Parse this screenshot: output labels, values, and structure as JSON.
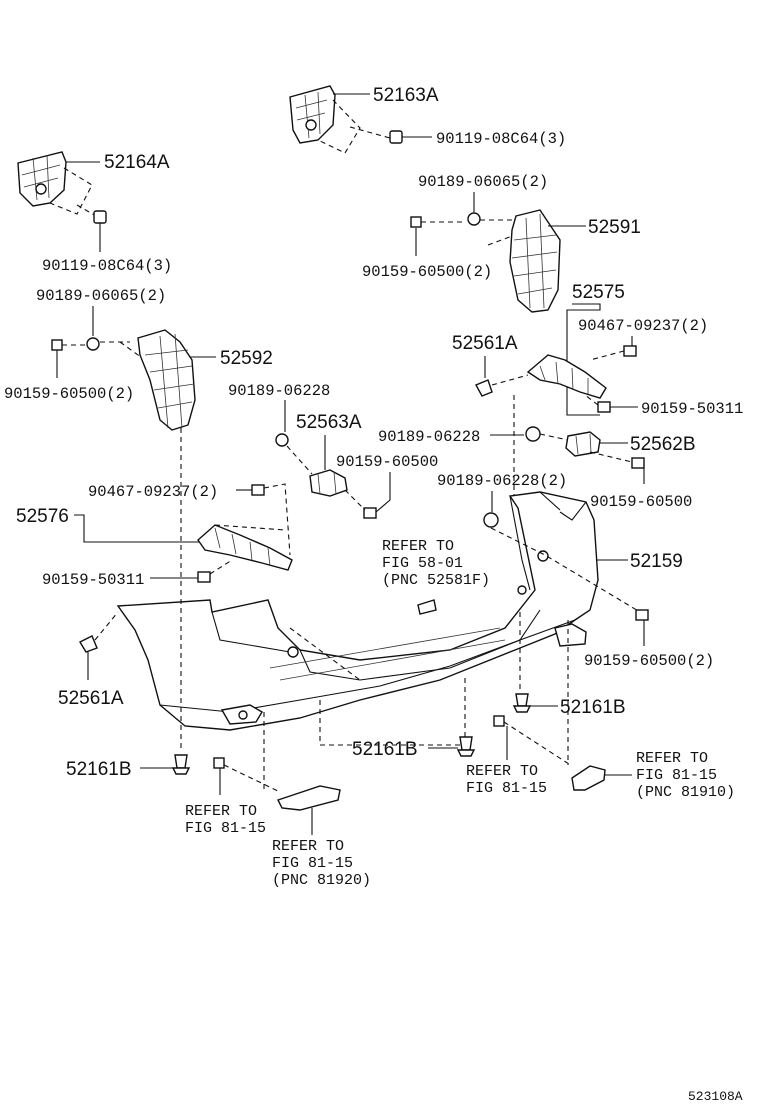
{
  "labels": {
    "p52163A": "52163A",
    "p52164A": "52164A",
    "bolt_08c64_a": "90119-08C64(3)",
    "bolt_08c64_b": "90119-08C64(3)",
    "clip_06065_a": "90189-06065(2)",
    "clip_06065_b": "90189-06065(2)",
    "screw_60500_a": "90159-60500(2)",
    "screw_60500_b": "90159-60500(2)",
    "screw_60500_c": "90159-60500",
    "screw_60500_d": "90159-60500",
    "screw_60500_e": "90159-60500(2)",
    "p52591": "52591",
    "p52592": "52592",
    "p52575": "52575",
    "p52576": "52576",
    "nut_09237_a": "90467-09237(2)",
    "nut_09237_b": "90467-09237(2)",
    "p52561A_a": "52561A",
    "p52561A_b": "52561A",
    "clip_06228_a": "90189-06228",
    "clip_06228_b": "90189-06228",
    "clip_06228_c": "90189-06228(2)",
    "p52563A": "52563A",
    "screw_50311_a": "90159-50311",
    "screw_50311_b": "90159-50311",
    "p52562B": "52562B",
    "p52159": "52159",
    "p52161B_a": "52161B",
    "p52161B_b": "52161B",
    "p52161B_c": "52161B",
    "fig_code": "523108A"
  },
  "refs": {
    "r1": [
      "REFER TO",
      "FIG 58-01",
      "(PNC 52581F)"
    ],
    "r2": [
      "REFER TO",
      "FIG 81-15"
    ],
    "r3": [
      "REFER TO",
      "FIG 81-15",
      "(PNC 81920)"
    ],
    "r4": [
      "REFER TO",
      "FIG 81-15"
    ],
    "r5": [
      "REFER TO",
      "FIG 81-15",
      "(PNC 81910)"
    ]
  }
}
